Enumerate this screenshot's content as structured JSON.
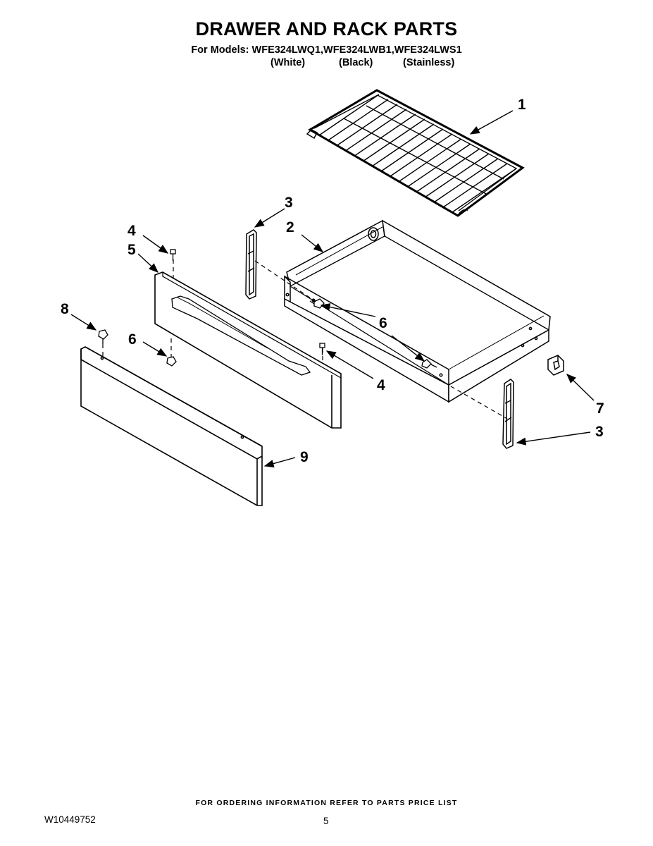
{
  "header": {
    "title": "DRAWER AND RACK PARTS",
    "models_line": "For Models: WFE324LWQ1,WFE324LWB1,WFE324LWS1",
    "variants": [
      "(White)",
      "(Black)",
      "(Stainless)"
    ]
  },
  "callouts": {
    "rack": "1",
    "drawer_body": "2",
    "glide_left": "3",
    "glide_right": "3",
    "screw_top_left": "4",
    "screw_right": "4",
    "drawer_front": "5",
    "screw_body": "6",
    "screw_front": "6",
    "screw_side": "6",
    "clip": "7",
    "screw_handle": "8",
    "panel": "9"
  },
  "parts": {
    "rack": "oven-rack",
    "drawer_body": "drawer-body",
    "glides": "drawer-glide",
    "screws": "screw",
    "drawer_front": "drawer-front",
    "clip": "clip",
    "panel": "drawer-panel"
  },
  "footer": {
    "note": "FOR ORDERING INFORMATION REFER TO PARTS PRICE LIST",
    "doc_number": "W10449752",
    "page": "5"
  }
}
